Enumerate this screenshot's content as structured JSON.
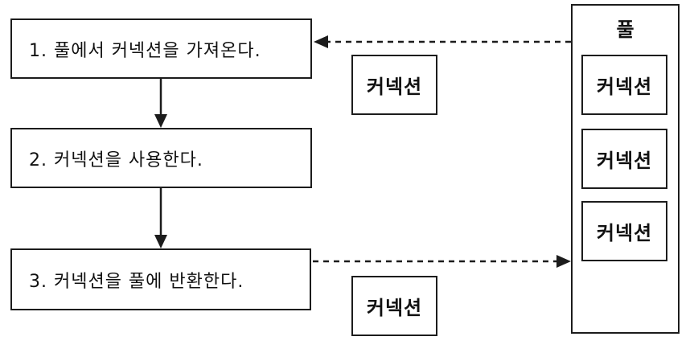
{
  "diagram": {
    "title_implicit": "connection-pool-flow",
    "steps": [
      {
        "label": "1. 풀에서 커넥션을 가져온다."
      },
      {
        "label": "2. 커넥션을 사용한다."
      },
      {
        "label": "3. 커넥션을 풀에 반환한다."
      }
    ],
    "pool": {
      "title": "풀",
      "connections": [
        {
          "label": "커넥션"
        },
        {
          "label": "커넥션"
        },
        {
          "label": "커넥션"
        }
      ]
    },
    "floating_connections": [
      {
        "label": "커넥션"
      },
      {
        "label": "커넥션"
      }
    ],
    "colors": {
      "line": "#1c1c1c",
      "background": "#ffffff",
      "text": "#111111"
    }
  }
}
